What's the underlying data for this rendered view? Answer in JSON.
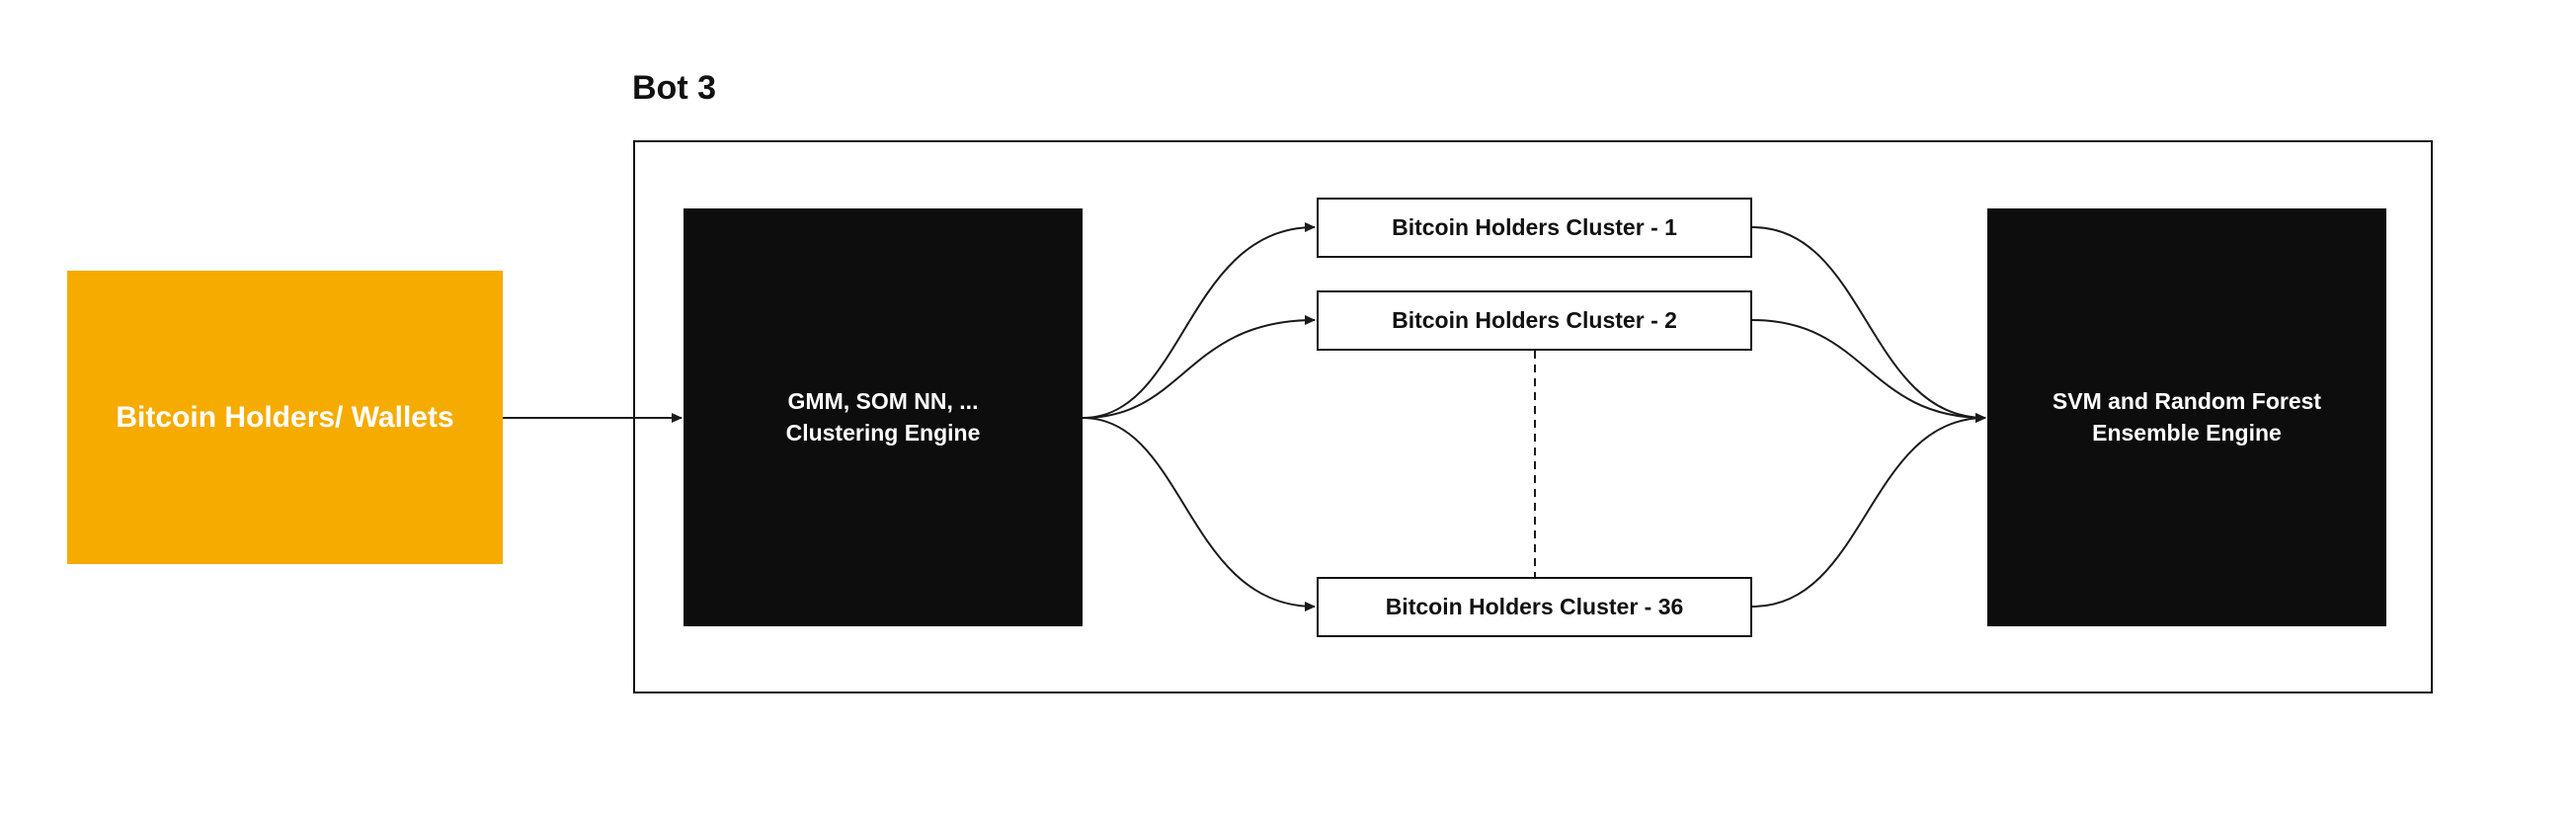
{
  "diagram": {
    "title": "Bot 3",
    "input": {
      "label": "Bitcoin Holders/ Wallets",
      "color": "#f6ab00"
    },
    "clustering_engine": {
      "line1": "GMM, SOM NN, ...",
      "line2": "Clustering Engine",
      "color": "#0d0d0d"
    },
    "clusters": [
      {
        "label": "Bitcoin Holders Cluster - 1"
      },
      {
        "label": "Bitcoin Holders Cluster - 2"
      },
      {
        "label": "Bitcoin Holders Cluster - 36"
      }
    ],
    "ensemble_engine": {
      "line1": "SVM and Random Forest",
      "line2": "Ensemble Engine",
      "color": "#0d0d0d"
    },
    "connector_color": "#1a1a1a"
  }
}
